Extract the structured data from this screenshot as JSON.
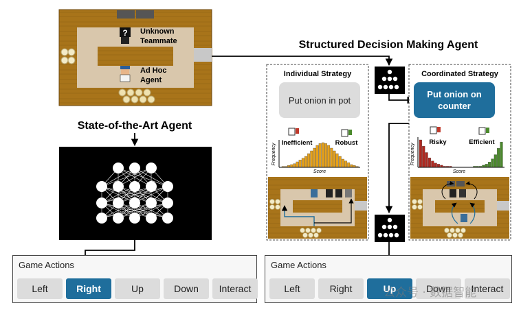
{
  "top_left": {
    "unknown_teammate_label_1": "Unknown",
    "unknown_teammate_label_2": "Teammate",
    "adhoc_label_1": "Ad Hoc",
    "adhoc_label_2": "Agent"
  },
  "sota": {
    "title": "State-of-the-Art Agent"
  },
  "sdma": {
    "title": "Structured Decision Making Agent"
  },
  "individual": {
    "title": "Individual Strategy",
    "action": "Put onion in pot",
    "left_label": "Inefficient",
    "right_label": "Robust",
    "y_axis": "Frequency",
    "x_axis": "Score",
    "hist_values": [
      1,
      1,
      2,
      3,
      4,
      6,
      8,
      10,
      12,
      15,
      18,
      21,
      24,
      26,
      27,
      26,
      24,
      21,
      18,
      15,
      12,
      9,
      7,
      5,
      3,
      2,
      1
    ]
  },
  "coordinated": {
    "title": "Coordinated Strategy",
    "action": "Put onion on counter",
    "left_label": "Risky",
    "right_label": "Efficient",
    "y_axis": "Frequency",
    "x_axis": "Score",
    "hist_values": [
      26,
      20,
      14,
      9,
      6,
      4,
      3,
      2,
      1,
      1,
      1,
      0,
      0,
      0,
      0,
      0,
      0,
      0,
      1,
      1,
      1,
      2,
      3,
      5,
      8,
      12,
      18,
      24
    ]
  },
  "game_actions_left": {
    "title": "Game Actions",
    "buttons": [
      "Left",
      "Right",
      "Up",
      "Down",
      "Interact"
    ],
    "selected": "Right"
  },
  "game_actions_right": {
    "title": "Game Actions",
    "buttons": [
      "Left",
      "Right",
      "Up",
      "Down",
      "Interact"
    ],
    "selected": "Up"
  },
  "watermark": "公众号 · 数据智能",
  "colors": {
    "wood": "#a8741a",
    "floor": "#d9c7ac",
    "selected": "#1f6e9c",
    "button": "#dcdcdc",
    "orange": "#e6a11a",
    "red": "#b0281f",
    "green": "#4b8a2c"
  }
}
